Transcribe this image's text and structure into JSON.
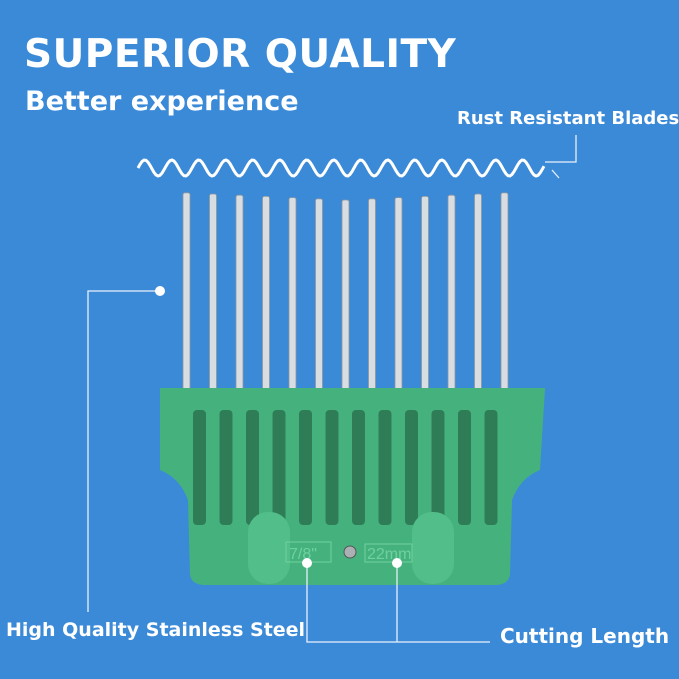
{
  "headline": "SUPERIOR QUALITY",
  "subheadline": "Better experience",
  "callouts": {
    "rust": "Rust Resistant Blades",
    "steel": "High Quality Stainless Steel",
    "cutting": "Cutting Length"
  },
  "comb_markings": {
    "inch": "7/8\"",
    "mm": "22mm"
  },
  "colors": {
    "background": "#3b8ad8",
    "comb": "#45b27e",
    "steel": "#d8dde2"
  }
}
